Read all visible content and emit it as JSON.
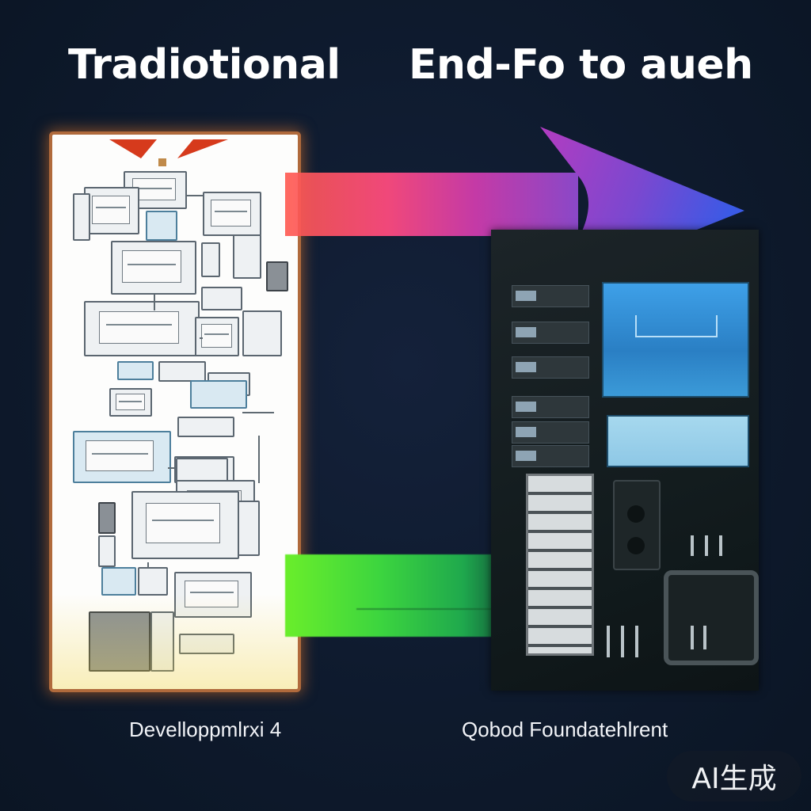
{
  "titles": {
    "left": "Tradiotional",
    "right": "End-Fo to aueh"
  },
  "captions": {
    "left": "Develloppmlrxi 4",
    "right": "Qobod Foundatehlrent"
  },
  "badge": "AI生成",
  "colors": {
    "background": "#0e1a2d",
    "left_panel_glow": "#e07828",
    "top_arrow_start": "#ff5a50",
    "top_arrow_end": "#4060e0",
    "bottom_band": "#3cd53f",
    "monitor_blue": "#3ea0e8"
  },
  "icons": [
    "arrow-right-icon",
    "server-rack-icon",
    "monitor-icon",
    "circuit-board-icon"
  ]
}
